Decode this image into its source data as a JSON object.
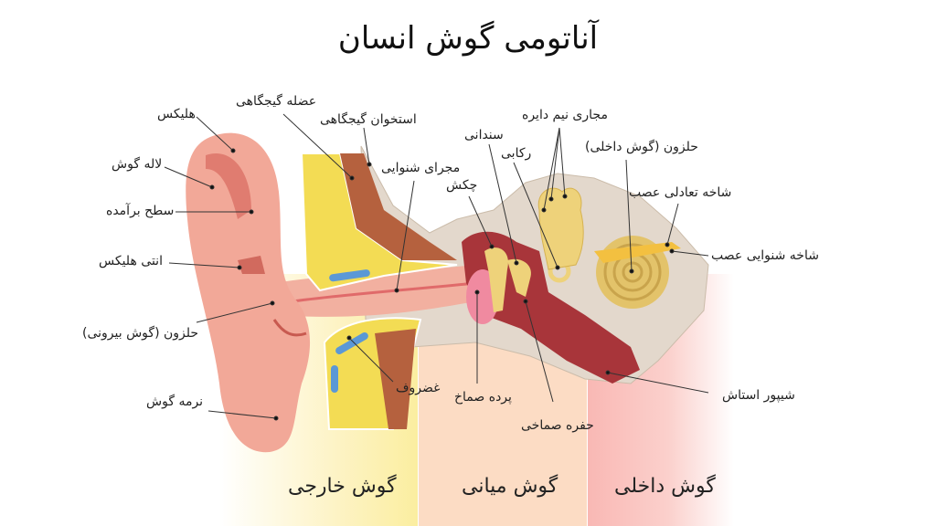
{
  "title": "آناتومی گوش انسان",
  "labels": {
    "helix": "هلیکس",
    "lale_gosh": "لاله گوش",
    "sath_baramade": "سطح برآمده",
    "anti_helix": "انتی هلیکس",
    "halazun_birooni": "حلزون (گوش بیرونی)",
    "narme_gosh": "نرمه گوش",
    "azole_gijgahi": "عضله گیجگاهی",
    "ostekhan_gijgahi": "استخوان گیجگاهی",
    "majraye_shenavaei": "مجرای شنوایی",
    "chakosh": "چکش",
    "sandani": "سندانی",
    "rekabi": "رکابی",
    "majari_nim_dayere": "مجاری نیم دایره",
    "halazun_dakheli": "حلزون (گوش داخلی)",
    "shakhe_tadoli": "شاخه تعادلی عصب",
    "shakhe_shenavaei": "شاخه شنوایی عصب",
    "ghozroof": "غضروف",
    "parde_samakh": "پرده صماخ",
    "hofre_samakhi": "حفره صماخی",
    "shipoor_estash": "شیپور استاش"
  },
  "sections": {
    "outer": "گوش خارجی",
    "middle": "گوش میانی",
    "inner": "گوش داخلی"
  },
  "colors": {
    "skin": "#f2a898",
    "fat": "#f3dc54",
    "muscle": "#b5613e",
    "bone": "#e3d8cc",
    "cavity": "#a8353a",
    "ossicles": "#eed27a",
    "cartilage": "#5b98d6",
    "eardrum": "#f08aa0"
  }
}
